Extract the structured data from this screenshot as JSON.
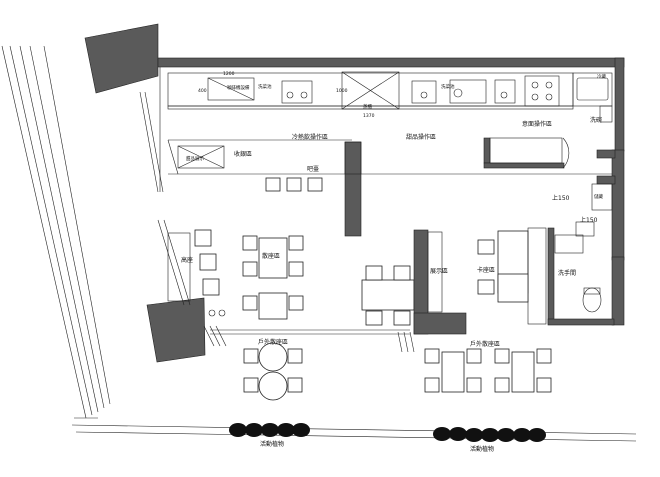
{
  "labels": {
    "cold_dessert_prep": "冷熱飲操作區",
    "dessert_prep": "甜品操作區",
    "noodle_prep": "意面操作區",
    "wash": "洗碗",
    "cashier": "收銀區",
    "display_cabinet_top": "甜品展示",
    "bar_seats": "吧臺",
    "scattered_seating": "散座區",
    "high_seats": "高座",
    "display_area": "展示區",
    "booth_seating": "卡座區",
    "restroom": "洗手間",
    "outdoor_seating_left": "戶外散座區",
    "outdoor_seating_right": "戶外散座區",
    "planters_left": "活動植物",
    "planters_right": "活動植物",
    "sink_label_1": "洗菜池",
    "sink_label_2": "洗菜池",
    "fridge_label": "冷藏",
    "storage_label": "儲藏",
    "dim_1200": "1200",
    "dim_1370": "1370",
    "dim_1000": "1000",
    "dim_400": "400",
    "level_150_a": "上150",
    "level_150_b": "上150",
    "equip_label": "咖啡機設備",
    "steam_label": "蒸櫃"
  }
}
